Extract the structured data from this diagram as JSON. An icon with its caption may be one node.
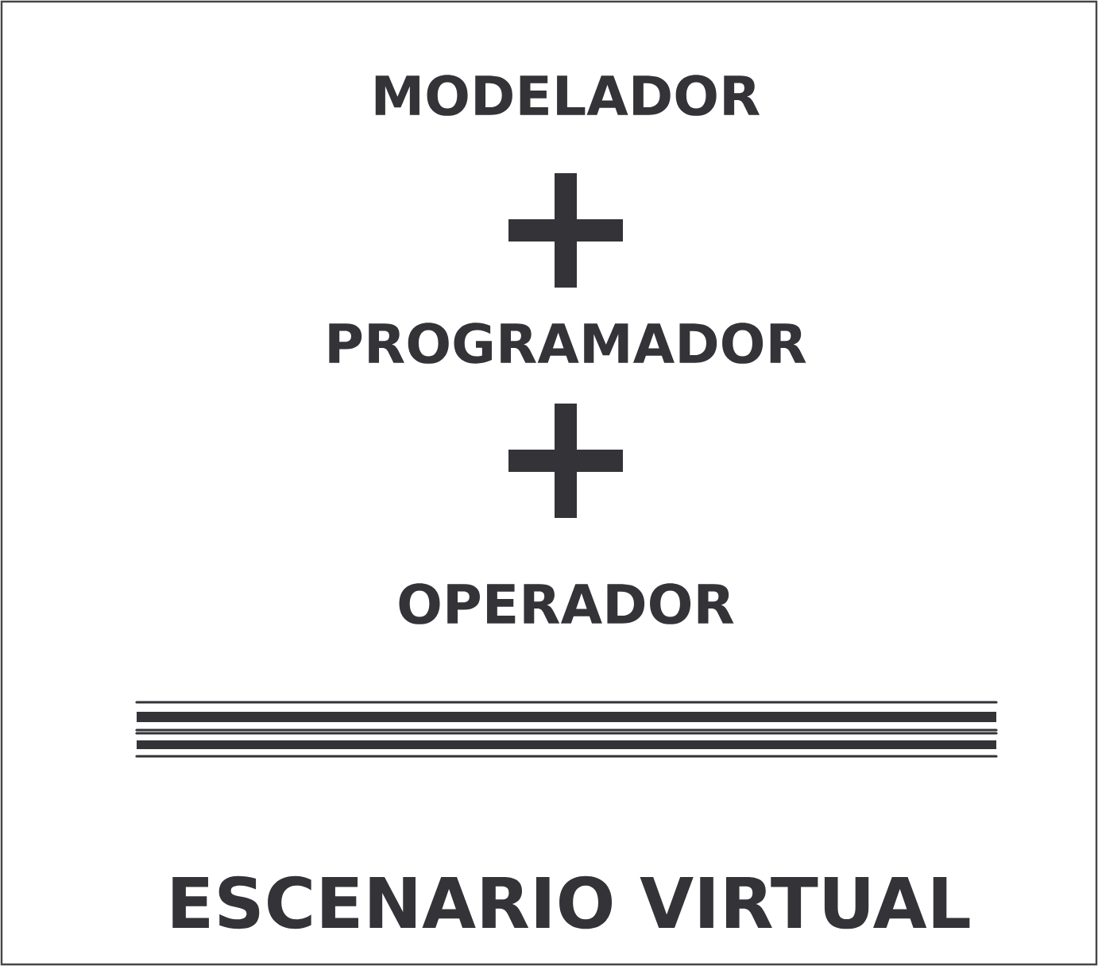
{
  "diagram": {
    "labels": [
      "MODELADOR",
      "PROGRAMADOR",
      "OPERADOR",
      "ESCENARIO VIRTUAL"
    ]
  }
}
